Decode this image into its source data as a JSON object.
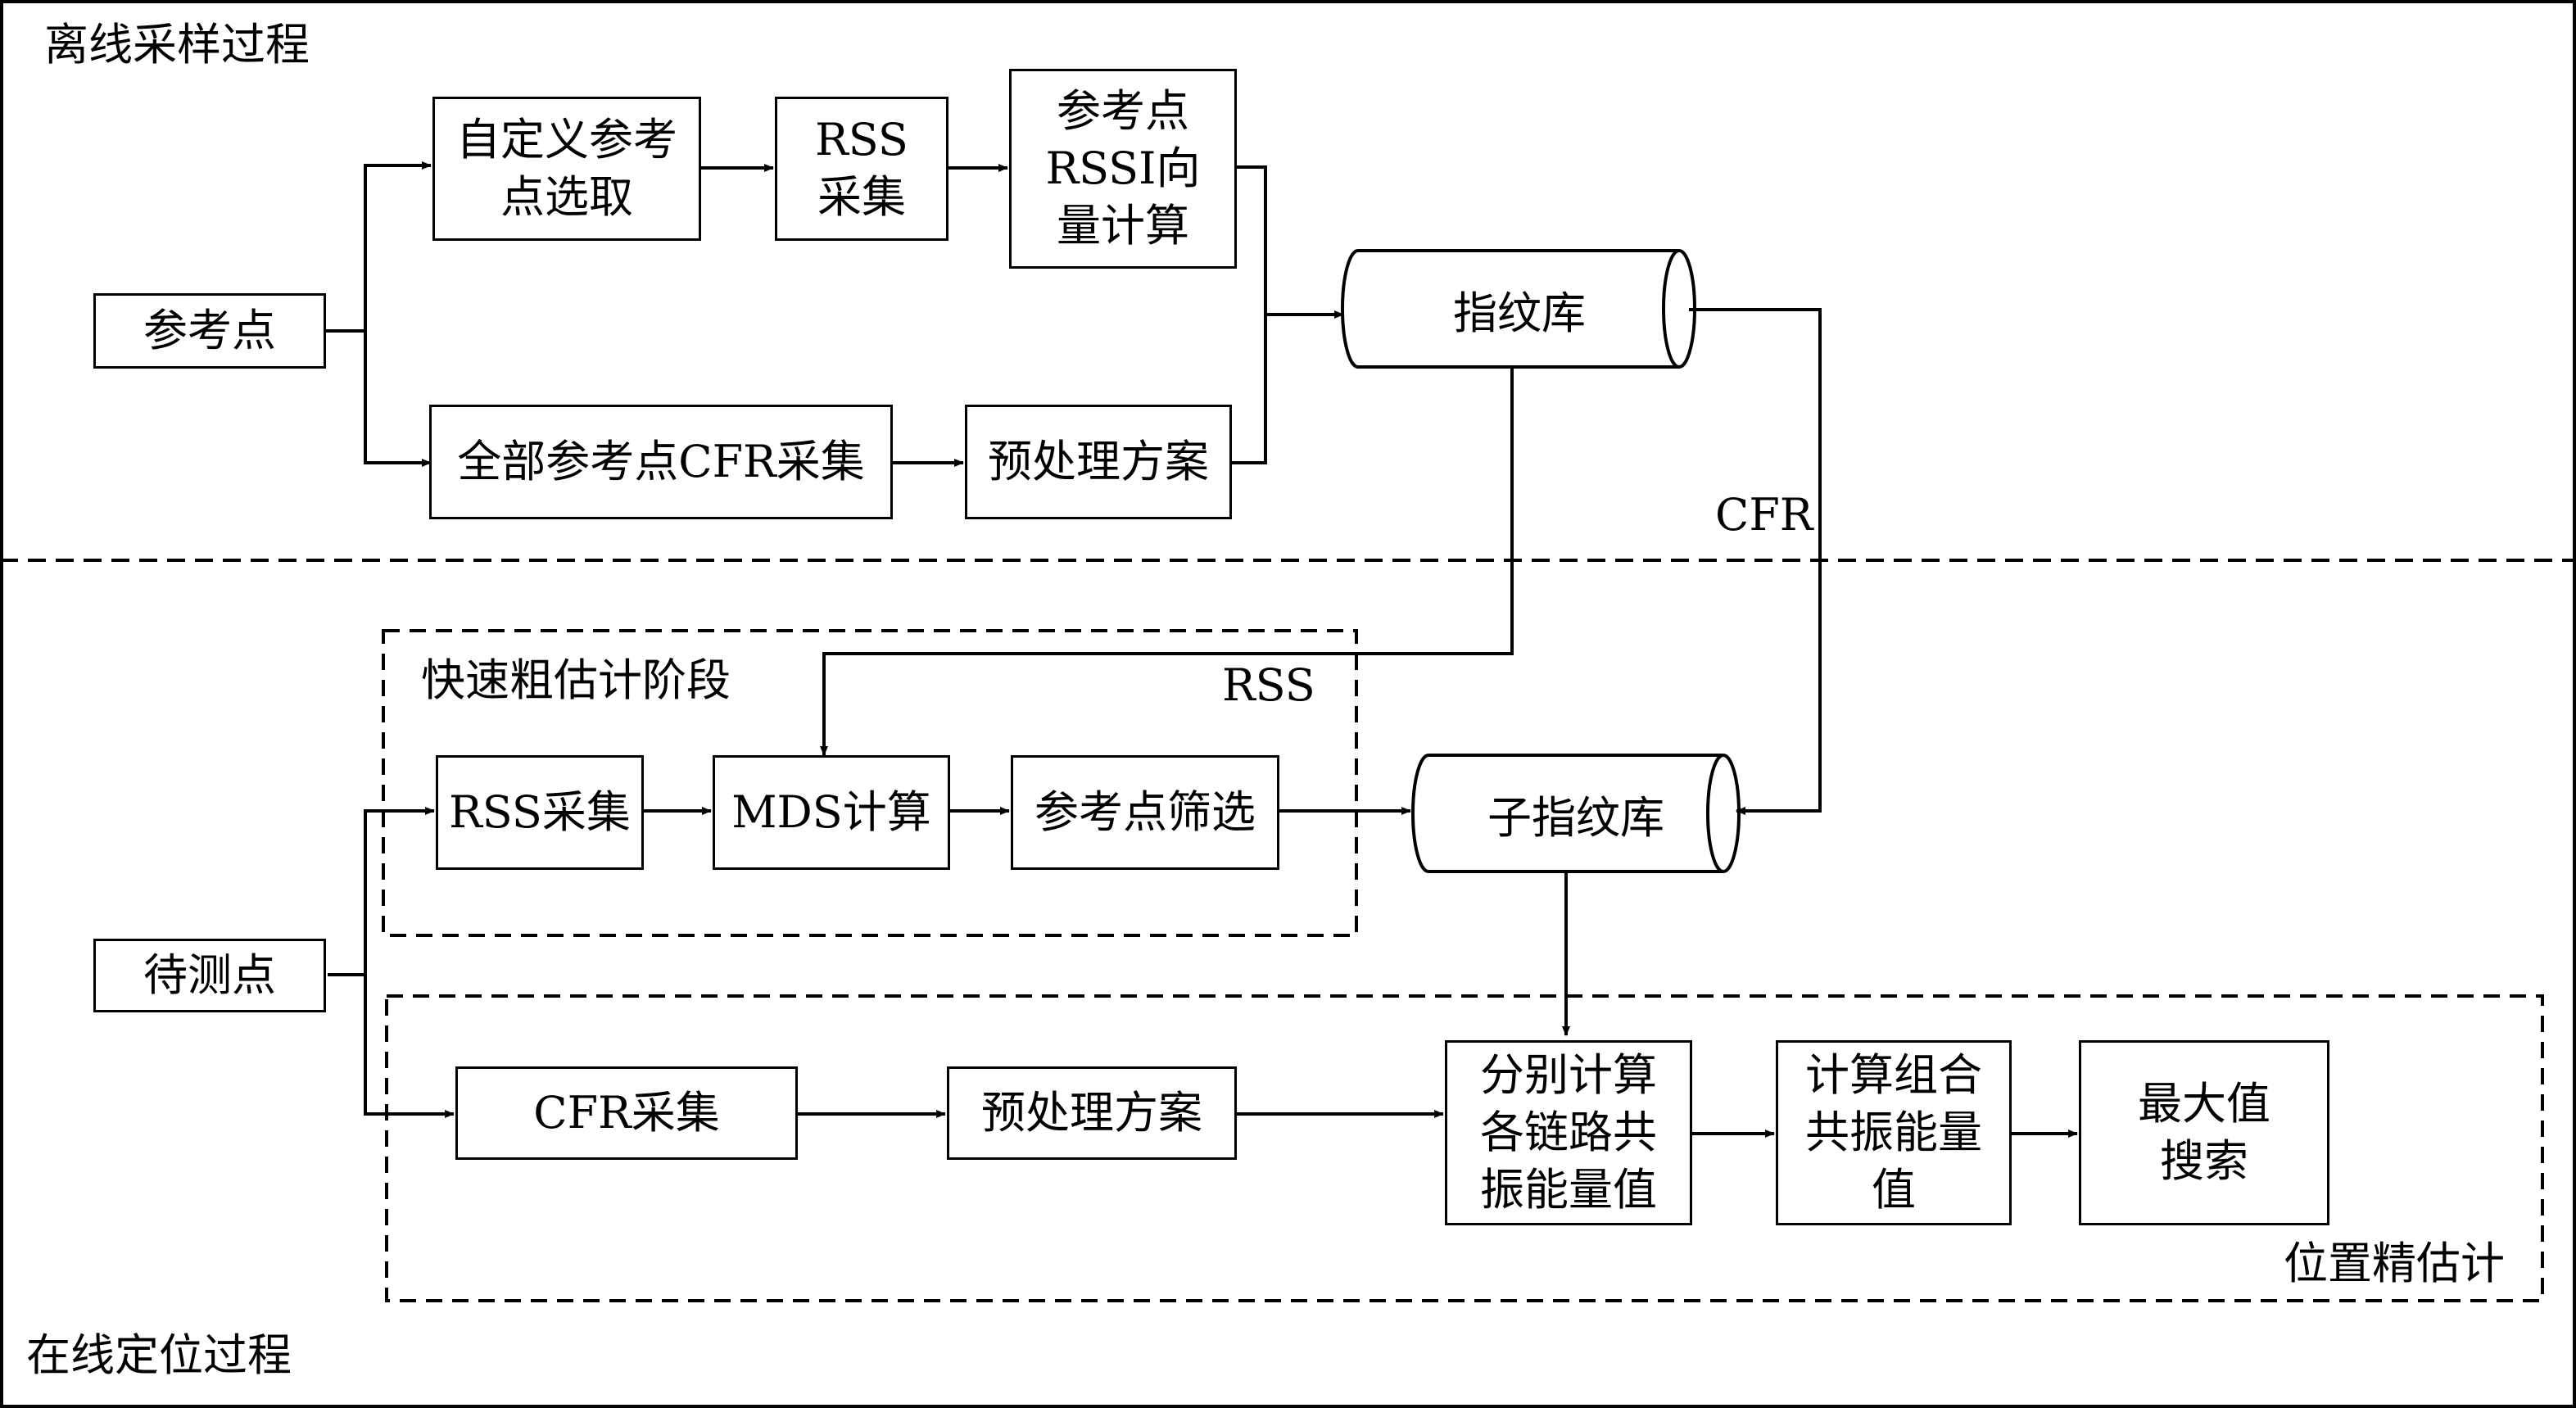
{
  "sections": {
    "offline_title": "离线采样过程",
    "online_title": "在线定位过程",
    "coarse_stage_title": "快速粗估计阶段",
    "fine_stage_title": "位置精估计"
  },
  "nodes": {
    "ref_point": "参考点",
    "custom_ref_select": "自定义参考\n点选取",
    "rss_collect_offline": "RSS\n采集",
    "rssi_vector": "参考点\nRSSI向\n量计算",
    "all_ref_cfr_collect": "全部参考点CFR采集",
    "preprocess_offline": "预处理方案",
    "fingerprint_db": "指纹库",
    "test_point": "待测点",
    "rss_collect_online": "RSS采集",
    "mds_calc": "MDS计算",
    "ref_filter": "参考点筛选",
    "sub_fingerprint_db": "子指纹库",
    "cfr_collect_online": "CFR采集",
    "preprocess_online": "预处理方案",
    "per_link_resonance": "分别计算\n各链路共\n振能量值",
    "combined_resonance": "计算组合\n共振能量\n值",
    "max_search": "最大值\n搜索"
  },
  "edge_labels": {
    "cfr": "CFR",
    "rss": "RSS"
  }
}
